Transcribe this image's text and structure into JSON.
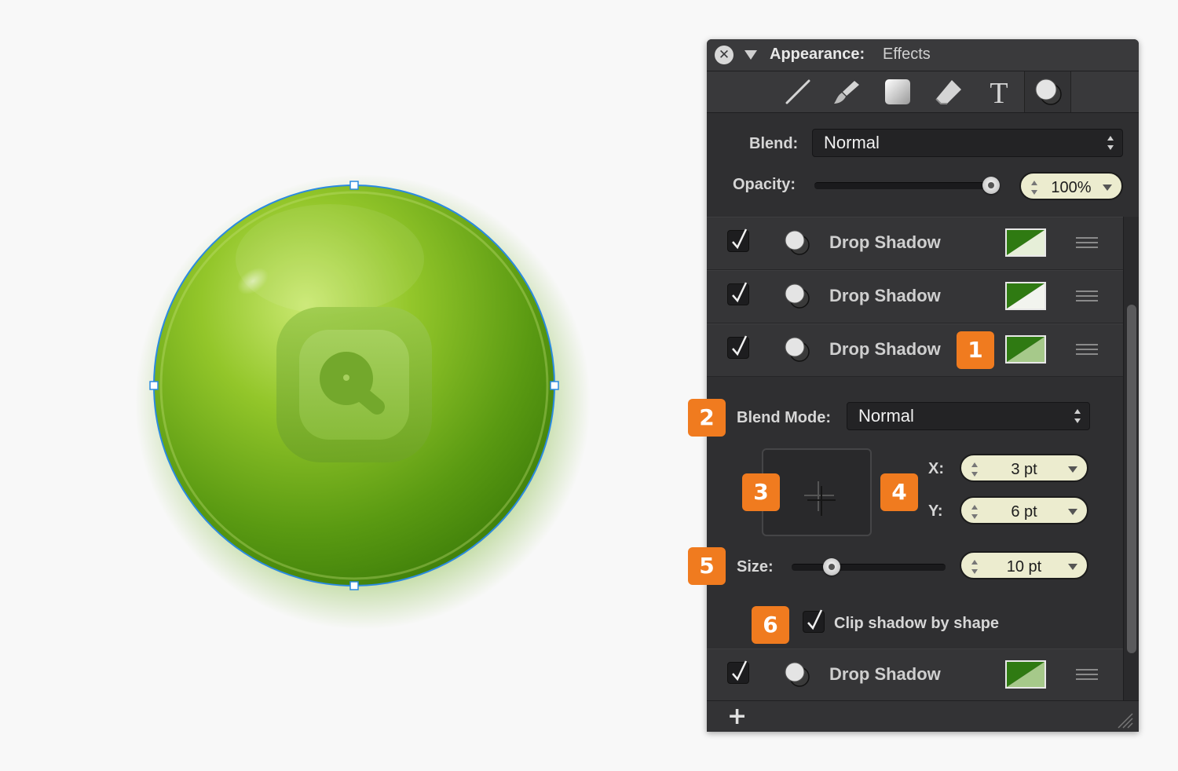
{
  "panel": {
    "title": "Appearance:",
    "section": "Effects",
    "close_glyph": "✕"
  },
  "toolbar": {
    "tools": [
      "stroke-icon",
      "brush-icon",
      "fill-icon",
      "eraser-icon",
      "text-icon",
      "effects-icon"
    ],
    "text_tool_glyph": "T"
  },
  "blend": {
    "label": "Blend:",
    "value": "Normal"
  },
  "opacity": {
    "label": "Opacity:",
    "value": "100%",
    "level": 1.0
  },
  "effects": [
    {
      "label": "Drop Shadow",
      "checked": true
    },
    {
      "label": "Drop Shadow",
      "checked": true
    },
    {
      "label": "Drop Shadow",
      "checked": true
    },
    {
      "label": "Drop Shadow",
      "checked": true
    }
  ],
  "details": {
    "blend_mode_label": "Blend Mode:",
    "blend_mode_value": "Normal",
    "x_label": "X:",
    "x_value": "3 pt",
    "y_label": "Y:",
    "y_value": "6 pt",
    "size_label": "Size:",
    "size_value": "10 pt",
    "size_level": 0.23,
    "clip_label": "Clip shadow by shape",
    "clip_checked": true
  },
  "badges": [
    "1",
    "2",
    "3",
    "4",
    "5",
    "6"
  ],
  "add_glyph": "+",
  "colors": {
    "accent_orange": "#f07b1f",
    "selection_blue": "#2a8ae0",
    "shadow_green": "#2f7a12",
    "shadow_light": "#e6efd8"
  }
}
